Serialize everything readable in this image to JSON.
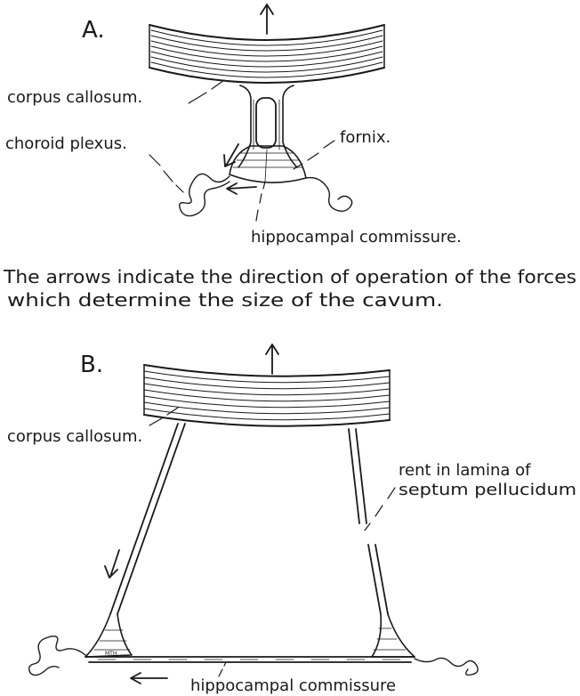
{
  "figure": {
    "panel_a": {
      "letter": "A.",
      "labels": {
        "corpus_callosum": "corpus callosum.",
        "choroid_plexus": "choroid plexus.",
        "fornix": "fornix.",
        "hippocampal_commissure": "hippocampal commissure."
      }
    },
    "caption": {
      "line1": "The arrows indicate the direction of operation of the forces",
      "line2": "which determine the size of the cavum."
    },
    "panel_b": {
      "letter": "B.",
      "labels": {
        "corpus_callosum": "corpus callosum.",
        "rent_line1": "rent in lamina of",
        "rent_line2": "septum pellucidum",
        "hippocampal_commissure": "hippocampal commissure",
        "initials": "MTH"
      }
    }
  }
}
